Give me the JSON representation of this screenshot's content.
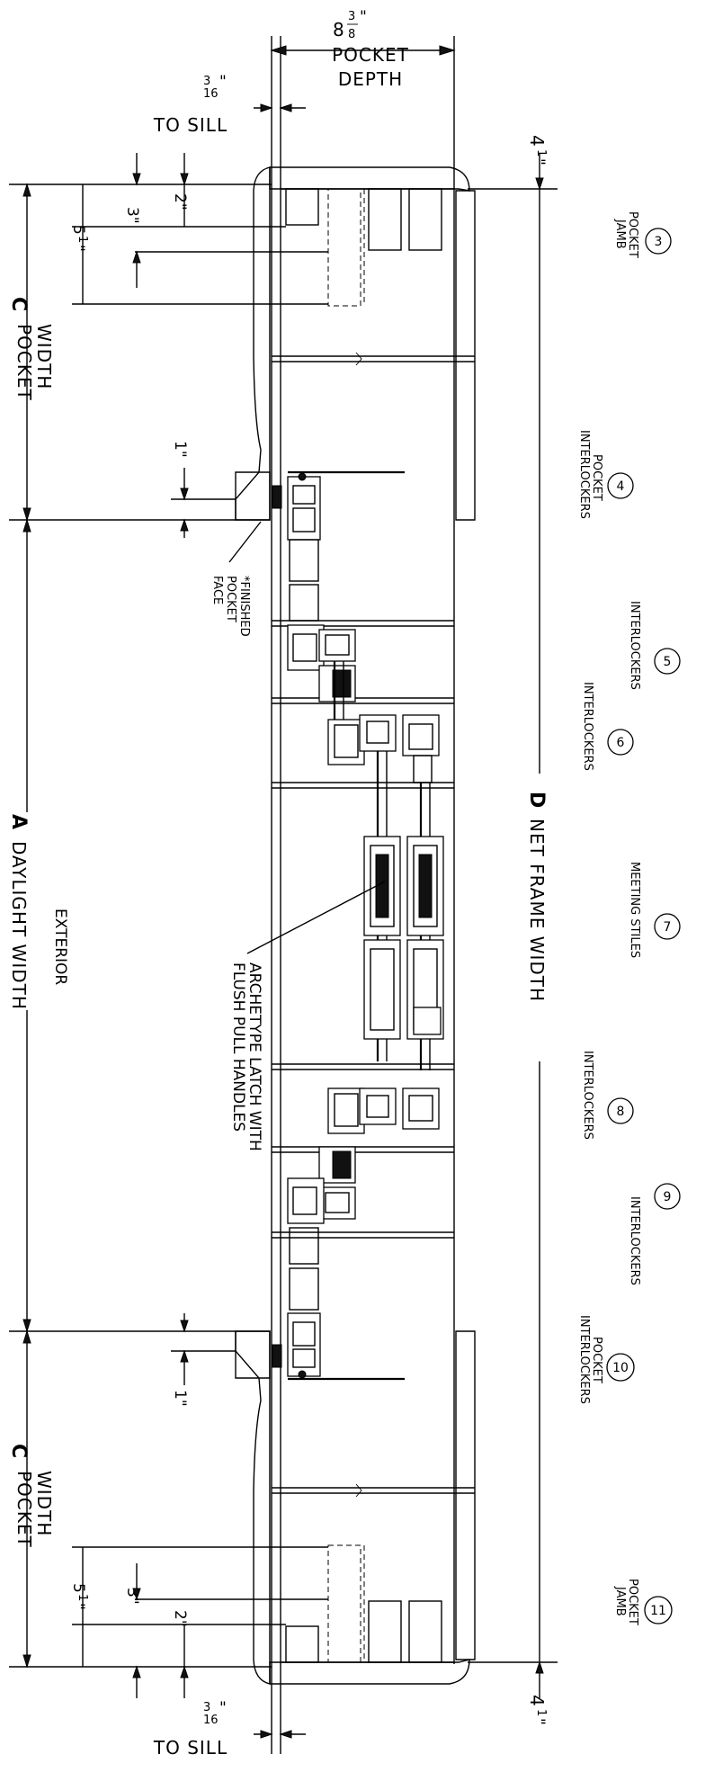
{
  "dimensions": {
    "pocket_depth_value": "8",
    "pocket_depth_frac_top": "3",
    "pocket_depth_frac_bottom": "8",
    "pocket_depth_inch": "\"",
    "pocket_depth_line1": "POCKET",
    "pocket_depth_line2": "DEPTH",
    "to_sill_frac_top": "3",
    "to_sill_frac_bottom": "16",
    "to_sill_inch": "\"",
    "to_sill_text": "TO  SILL",
    "right_margin_whole": "4",
    "right_margin_frac": "1",
    "right_margin_inch": "\"",
    "two_in": "2\"",
    "three_in": "3\"",
    "five_half_whole": "5",
    "five_half_frac": "1",
    "five_half_inch": "\"",
    "one_in": "1\"",
    "pocket_width_letter": "C",
    "pocket_width_line1": "POCKET",
    "pocket_width_line2": "WIDTH",
    "daylight_letter": "A",
    "daylight_text": "DAYLIGHT  WIDTH",
    "net_frame_letter": "D",
    "net_frame_text": "NET  FRAME  WIDTH"
  },
  "labels": {
    "exterior": "EXTERIOR",
    "finished_1": "*FINISHED",
    "finished_2": "POCKET",
    "finished_3": "FACE",
    "latch_1": "ARCHETYPE  LATCH  WITH",
    "latch_2": "FLUSH  PULL  HANDLES"
  },
  "callouts": [
    {
      "num": "3",
      "line1": "POCKET",
      "line2": "JAMB"
    },
    {
      "num": "4",
      "line1": "POCKET",
      "line2": "INTERLOCKERS"
    },
    {
      "num": "5",
      "line1": "INTERLOCKERS",
      "line2": ""
    },
    {
      "num": "6",
      "line1": "INTERLOCKERS",
      "line2": ""
    },
    {
      "num": "7",
      "line1": "MEETING STILES",
      "line2": ""
    },
    {
      "num": "8",
      "line1": "INTERLOCKERS",
      "line2": ""
    },
    {
      "num": "9",
      "line1": "INTERLOCKERS",
      "line2": ""
    },
    {
      "num": "10",
      "line1": "POCKET",
      "line2": "INTERLOCKERS"
    },
    {
      "num": "11",
      "line1": "POCKET",
      "line2": "JAMB"
    }
  ],
  "colors": {
    "line": "#000000",
    "background": "#ffffff",
    "infill": "#111111"
  }
}
